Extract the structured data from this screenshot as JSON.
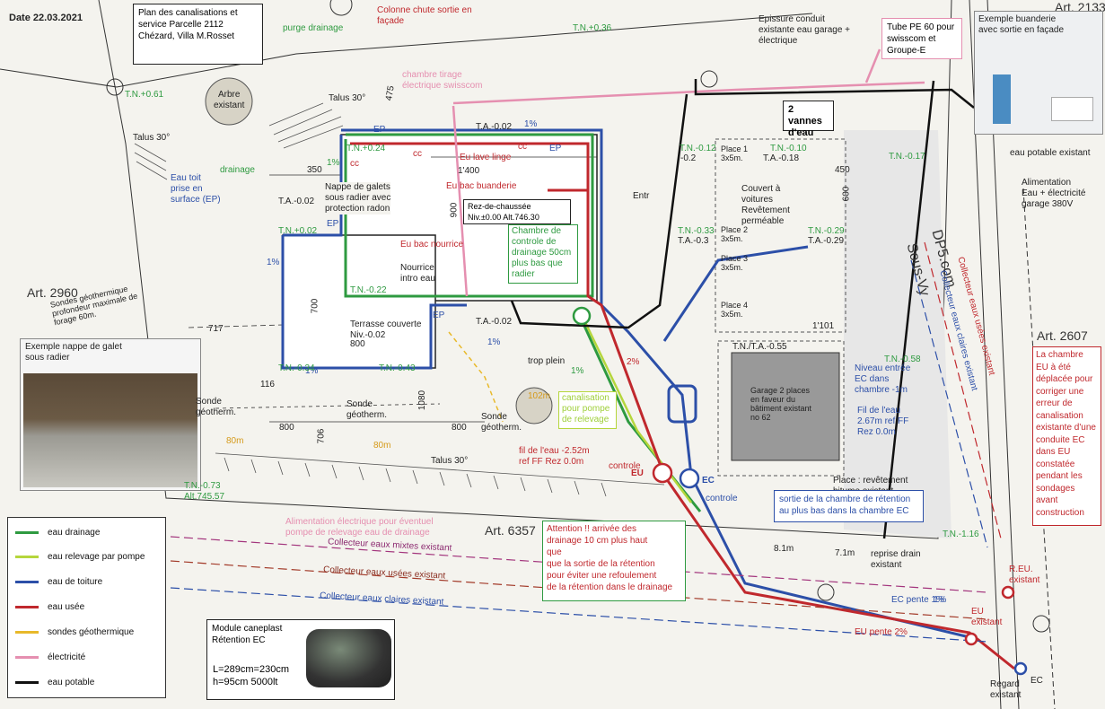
{
  "header": {
    "date": "Date    22.03.2021",
    "plan_title_lines": [
      "Plan des canalisations et",
      "service Parcelle 2112",
      "Chézard, Villa M.Rosset"
    ]
  },
  "articles": {
    "a2133": "Art. 2133",
    "a2960": "Art. 2960",
    "a2607": "Art. 2607",
    "a6357": "Art. 6357"
  },
  "labels": {
    "purge": "purge drainage",
    "colonne": [
      "Colonne chute sortie en",
      "façade"
    ],
    "chambre_tirage": [
      "chambre tirage",
      "électrique swisscom"
    ],
    "epissure": [
      "Epissure conduit",
      "existante eau garage +",
      "électrique"
    ],
    "tube": [
      "Tube PE 60 pour",
      "swisscom et",
      "Groupe-E"
    ],
    "buanderie_photo": [
      "Exemple buanderie",
      "avec sortie en façade"
    ],
    "vannes": [
      "2 vannes",
      "d'eau"
    ],
    "eau_potable_ex": "eau potable existant",
    "alim_garage": [
      "Alimentation",
      "Eau + électricité",
      "garage 380V"
    ],
    "arbre": [
      "Arbre",
      "existant"
    ],
    "talus1": "Talus 30°",
    "talus2": "Talus 30°",
    "talus3": "Talus 30°",
    "drainage": "drainage",
    "eau_toit": [
      "Eau toit",
      "prise en",
      "surface (EP)"
    ],
    "nappe": [
      "Nappe de galets",
      "sous radier avec",
      "protection radon"
    ],
    "lave_linge": "Eu lave linge",
    "bac_buanderie": "Eu bac buanderie",
    "rdc": [
      "Rez-de-chaussée",
      "Niv.±0.00 Alt.746.30"
    ],
    "bac_nourrice": "Eu bac nourrice",
    "chambre_controle": [
      "Chambre de",
      "controle de",
      "drainage 50cm",
      "plus bas que",
      "radier"
    ],
    "nourrice": [
      "Nourrice",
      "intro eau"
    ],
    "terrasse": [
      "Terrasse couverte",
      "Niv.-0.02"
    ],
    "sondes_prof": [
      "Sondes géothermique",
      "profondeur maximale de",
      "forage 60m."
    ],
    "nappe_photo": [
      "Exemple nappe de galet",
      "sous radier"
    ],
    "trop_plein": "trop plein",
    "canalisation": [
      "canalisation",
      "pour pompe",
      "de relevage"
    ],
    "sonde1": [
      "Sonde",
      "géotherm."
    ],
    "sonde2": [
      "Sonde",
      "géotherm."
    ],
    "sonde3": [
      "Sonde",
      "géotherm."
    ],
    "fil_252": [
      "fil de l'eau -2.52m",
      "ref FF Rez 0.0m"
    ],
    "controle_eu": "controle",
    "eu": "EU",
    "ec": "EC",
    "controle_ec": "controle",
    "niveau_entree": [
      "Niveau entrée",
      "EC dans",
      "chambre  -1m"
    ],
    "fil_267": [
      "Fil de l'eau",
      "2.67m ref FF",
      "Rez 0.0m"
    ],
    "garage": [
      "Garage 2 places",
      "en faveur du",
      "bâtiment existant",
      "no 62"
    ],
    "place_revet": [
      "Place : revêtement",
      "bitume existant"
    ],
    "sortie_retention": [
      "sortie de la chambre de rétention",
      "au plus bas dans la chambre EC"
    ],
    "couvert": [
      "Couvert à",
      "voitures",
      "Revêtement",
      "perméable"
    ],
    "place1": [
      "Place 1",
      "3x5m."
    ],
    "place2": [
      "Place 2",
      "3x5m."
    ],
    "place3": [
      "Place 3",
      "3x5m."
    ],
    "place4": [
      "Place 4",
      "3x5m."
    ],
    "alim_electrique": [
      "Alimentation électrique pour éventuel",
      "pompe de relevage eau de drainage"
    ],
    "collecteur_mixtes": "Collecteur eaux mixtes existant",
    "collecteur_usees": "Collecteur eaux usées existant",
    "collecteur_claires": "Collecteur eaux claires existant",
    "attention": [
      "Attention !! arrivée des",
      "drainage 10 cm plus haut",
      "que",
      "que la sortie de la rétention",
      "pour éviter une refoulement",
      "de la rétention dans le drainage"
    ],
    "reprise": [
      "reprise drain",
      "existant"
    ],
    "d81": "8.1m",
    "d71": "7.1m",
    "ec_pente": "EC pente 1%",
    "eu_pente": "EU pente 2%",
    "eu_existant": [
      "EU",
      "existant"
    ],
    "reu": [
      "R.EU.",
      "existant"
    ],
    "regard": [
      "Regard",
      "existant"
    ],
    "ec_small": "EC",
    "chambre_eu_note": [
      "La chambre",
      "EU à été",
      "déplacée pour",
      "corriger une",
      "erreur de",
      "canalisation",
      "existante d'une",
      "conduite EC",
      "dans EU",
      "constatée",
      "pendant les",
      "sondages",
      "avant",
      "construction"
    ],
    "sous_vy": "Sous-Vy",
    "dp5": "DP5.com",
    "coll_usees_right": "Collecteur eaux usées existant",
    "coll_claires_right": "Collecteur eaux claires existant",
    "module": [
      "Module caneplast",
      "Rétention EC"
    ],
    "module_dims": [
      "L=289cm=230cm",
      "h=95cm     5000lt"
    ],
    "entr": "Entr",
    "cc1": "cc",
    "cc2": "cc",
    "cc3": "cc",
    "ep1": "EP",
    "ep2": "EP",
    "ep3": "EP",
    "ep4": "EP",
    "pct": [
      "1%",
      "1%",
      "1%",
      "1%",
      "1%",
      "1%",
      "1%",
      "2%"
    ],
    "tn": {
      "a": "T.N.+0.61",
      "b": "T.N.+0.36",
      "c": "T.N.+0.24",
      "d": "T.A.-0.02",
      "e": "T.A.-0.02",
      "f": "T.N.+0.02",
      "g": "T.N.-0.22",
      "h": "T.A.-0.02",
      "i": "T.N.-0.34",
      "j": "T.N.-0.43",
      "k": "T.N.-0.73",
      "k2": "Alt.745.57",
      "l": "T.N.-0.10",
      "m": "T.A.-0.18",
      "n": "T.N.-0.17",
      "o": "T.N.-0.12",
      "p": "T.N.-0.29",
      "q": "T.A.-0.29",
      "r": "T.N.-0.33",
      "s": "T.A.-0.3",
      "t": "T.N./T.A.-0.55",
      "u": "T.N.-0.58",
      "v": "T.N.-1.16",
      "w": "-0.2"
    },
    "dims": {
      "d350": "350",
      "d1400": "1'400",
      "d900": "900",
      "d450": "450",
      "d600": "600",
      "d700": "700",
      "d717": "717",
      "d800a": "800",
      "d800b": "800",
      "d800c": "800",
      "d116": "116",
      "d1080": "1080",
      "d706": "706",
      "d1101": "1'101",
      "d475": "475",
      "m80a": "80m",
      "m80b": "80m",
      "m102": "102m"
    }
  },
  "legend": [
    {
      "label": "eau drainage",
      "color": "#2e9a40"
    },
    {
      "label": "eau relevage par pompe",
      "color": "#b5d63c"
    },
    {
      "label": "eau de toiture",
      "color": "#2c4fa8"
    },
    {
      "label": "eau usée",
      "color": "#c0282d"
    },
    {
      "label": "sondes géothermique",
      "color": "#e8b92a"
    },
    {
      "label": "électricité",
      "color": "#e58fb0"
    },
    {
      "label": "eau potable",
      "color": "#111111"
    }
  ]
}
